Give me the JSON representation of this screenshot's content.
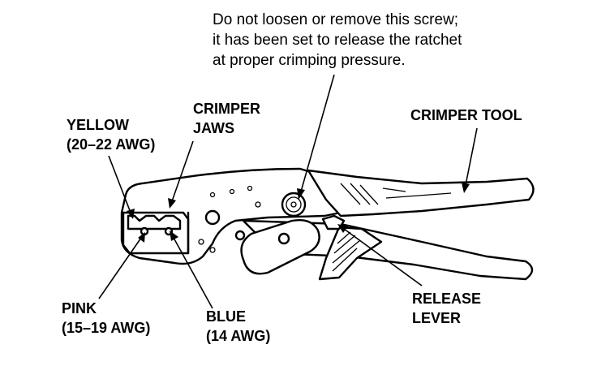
{
  "note": {
    "lines": [
      "Do not loosen or remove this screw;",
      "it has been set to release the ratchet",
      "at proper crimping pressure."
    ]
  },
  "labels": {
    "crimper_jaws": [
      "CRIMPER",
      "JAWS"
    ],
    "yellow": [
      "YELLOW",
      "(20–22 AWG)"
    ],
    "crimper_tool": [
      "CRIMPER TOOL"
    ],
    "pink": [
      "PINK",
      "(15–19 AWG)"
    ],
    "blue": [
      "BLUE",
      "(14 AWG)"
    ],
    "release_lever": [
      "RELEASE",
      "LEVER"
    ]
  },
  "colors": {
    "ink": "#000000",
    "paper": "#ffffff"
  }
}
